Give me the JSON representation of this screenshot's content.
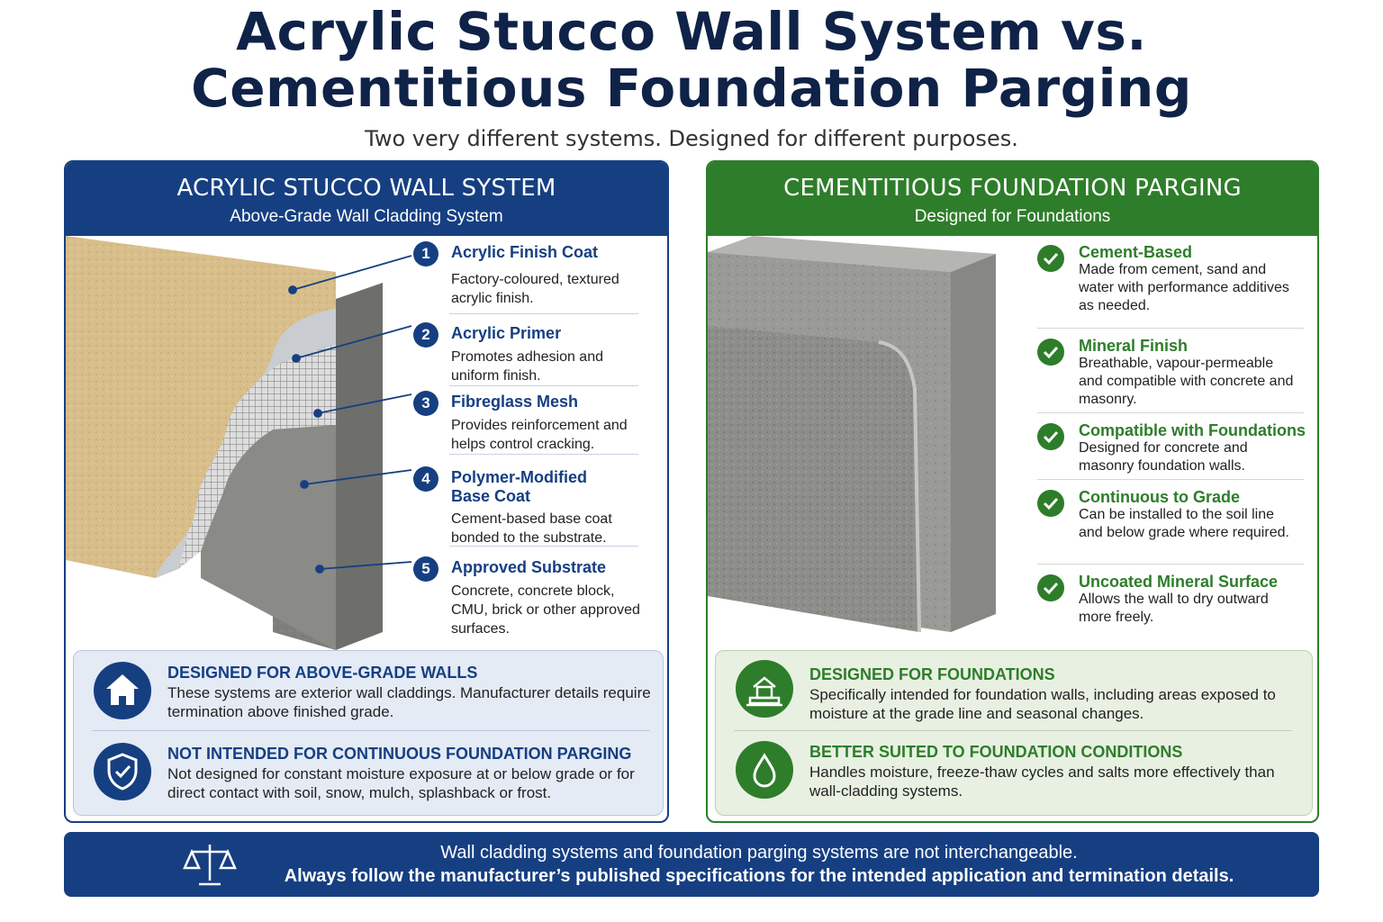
{
  "header": {
    "title_line1": "Acrylic Stucco Wall System vs.",
    "title_line2": "Cementitious Foundation Parging",
    "subtitle": "Two very different systems. Designed for different purposes."
  },
  "left": {
    "title": "ACRYLIC STUCCO WALL SYSTEM",
    "subtitle": "Above-Grade Wall Cladding System",
    "layers": [
      {
        "num": "1",
        "name": "Acrylic Finish Coat",
        "desc": "Factory-coloured, textured acrylic finish."
      },
      {
        "num": "2",
        "name": "Acrylic Primer",
        "desc": "Promotes adhesion and uniform finish."
      },
      {
        "num": "3",
        "name": "Fibreglass Mesh",
        "desc": "Provides reinforcement and helps control cracking."
      },
      {
        "num": "4",
        "name": "Polymer-Modified Base Coat",
        "desc": "Cement-based base coat bonded to the substrate."
      },
      {
        "num": "5",
        "name": "Approved Substrate",
        "desc": "Concrete, concrete block, CMU, brick or other approved surfaces."
      }
    ],
    "info": [
      {
        "icon": "house-icon",
        "title": "DESIGNED FOR ABOVE-GRADE WALLS",
        "text": "These systems are exterior wall claddings. Manufacturer details require termination above finished grade."
      },
      {
        "icon": "shield-check-icon",
        "title": "NOT INTENDED FOR CONTINUOUS FOUNDATION PARGING",
        "text": "Not designed for constant moisture exposure at or below grade or for direct contact with soil, snow, mulch, splashback or frost."
      }
    ]
  },
  "right": {
    "title": "CEMENTITIOUS FOUNDATION PARGING",
    "subtitle": "Designed for Foundations",
    "features": [
      {
        "name": "Cement-Based",
        "desc": "Made from cement, sand and water with performance additives as needed."
      },
      {
        "name": "Mineral Finish",
        "desc": "Breathable, vapour-permeable and compatible with concrete and masonry."
      },
      {
        "name": "Compatible with Foundations",
        "desc": "Designed for concrete and masonry foundation walls."
      },
      {
        "name": "Continuous to Grade",
        "desc": "Can be installed to the soil line and below grade where required."
      },
      {
        "name": "Uncoated Mineral Surface",
        "desc": "Allows the wall to dry outward more freely."
      }
    ],
    "info": [
      {
        "icon": "foundation-icon",
        "title": "DESIGNED FOR FOUNDATIONS",
        "text": "Specifically intended for foundation walls, including areas exposed to moisture at the grade line and seasonal changes."
      },
      {
        "icon": "water-drop-icon",
        "title": "BETTER SUITED TO FOUNDATION CONDITIONS",
        "text": "Handles moisture, freeze-thaw cycles and salts more effectively than wall-cladding systems."
      }
    ]
  },
  "footer": {
    "icon": "scales-icon",
    "line1": "Wall cladding systems and foundation parging systems are not interchangeable.",
    "line2": "Always follow the manufacturer’s published specifications for the intended application and termination details."
  },
  "colors": {
    "navy": "#163f82",
    "title_navy": "#0f2247",
    "green": "#2e7d2a",
    "stucco": "#d9bf8c",
    "concrete": "#8c8c88"
  }
}
